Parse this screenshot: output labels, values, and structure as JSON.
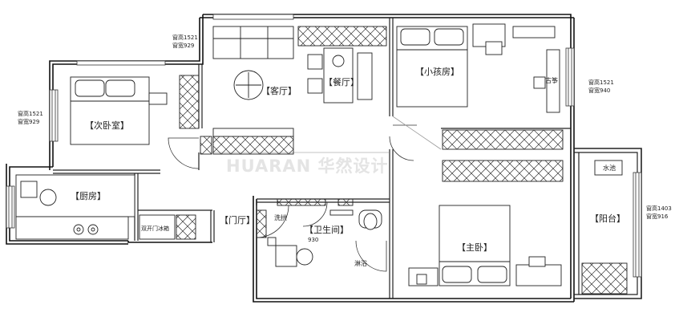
{
  "rooms": {
    "second_bedroom": "【次卧室】",
    "living_room": "【客厅】",
    "dining_room": "【餐厅】",
    "kids_room": "【小孩房】",
    "kitchen": "【厨房】",
    "foyer": "【门厅】",
    "bathroom": "【卫生间】",
    "master_bedroom": "【主卧】",
    "balcony": "【阳台】"
  },
  "labels": {
    "guzheng": "古筝",
    "laundry": "洗拱",
    "shower": "淋浴",
    "washbasin": "水池",
    "shoe_cabinet": "双开门冰箱",
    "bath_width": "930"
  },
  "dimensions": {
    "top_left": [
      "窗高1521",
      "窗宽929"
    ],
    "left": [
      "窗高1521",
      "窗宽929"
    ],
    "right": [
      "窗高1521",
      "窗宽940"
    ],
    "far_right": [
      "窗高1403",
      "窗宽916"
    ]
  },
  "watermark": "HUARAN 华然设计"
}
